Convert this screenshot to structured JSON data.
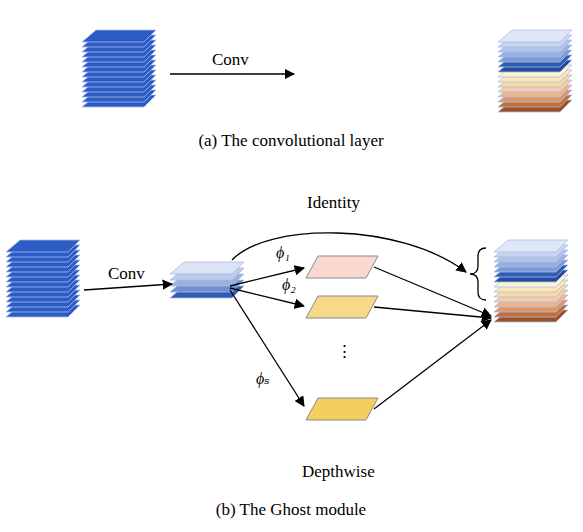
{
  "diagram": {
    "labels": [
      "Conv",
      "(a) The convolutional layer",
      "Identity",
      "Conv",
      "ϕ₁",
      "ϕ₂",
      "⋮",
      "ϕₛ",
      "Depthwise",
      "(b) The Ghost module"
    ]
  }
}
